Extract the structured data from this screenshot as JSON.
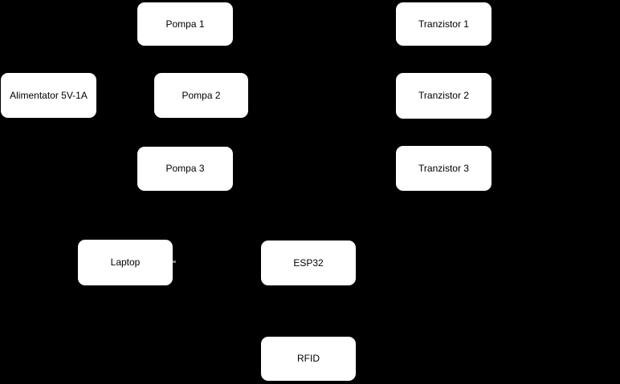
{
  "diagram": {
    "colors": {
      "background": "#000000",
      "node_fill": "#ffffff",
      "node_text": "#000000",
      "connector_stub": "#7a7a7a"
    },
    "nodes": [
      {
        "id": "alimentator",
        "label": "Alimentator 5V-1A"
      },
      {
        "id": "pompa-1",
        "label": "Pompa 1"
      },
      {
        "id": "pompa-2",
        "label": "Pompa 2"
      },
      {
        "id": "pompa-3",
        "label": "Pompa 3"
      },
      {
        "id": "tranzistor-1",
        "label": "Tranzistor 1"
      },
      {
        "id": "tranzistor-2",
        "label": "Tranzistor 2"
      },
      {
        "id": "tranzistor-3",
        "label": "Tranzistor 3"
      },
      {
        "id": "laptop",
        "label": "Laptop"
      },
      {
        "id": "esp32",
        "label": "ESP32"
      },
      {
        "id": "rfid",
        "label": "RFID"
      }
    ]
  }
}
